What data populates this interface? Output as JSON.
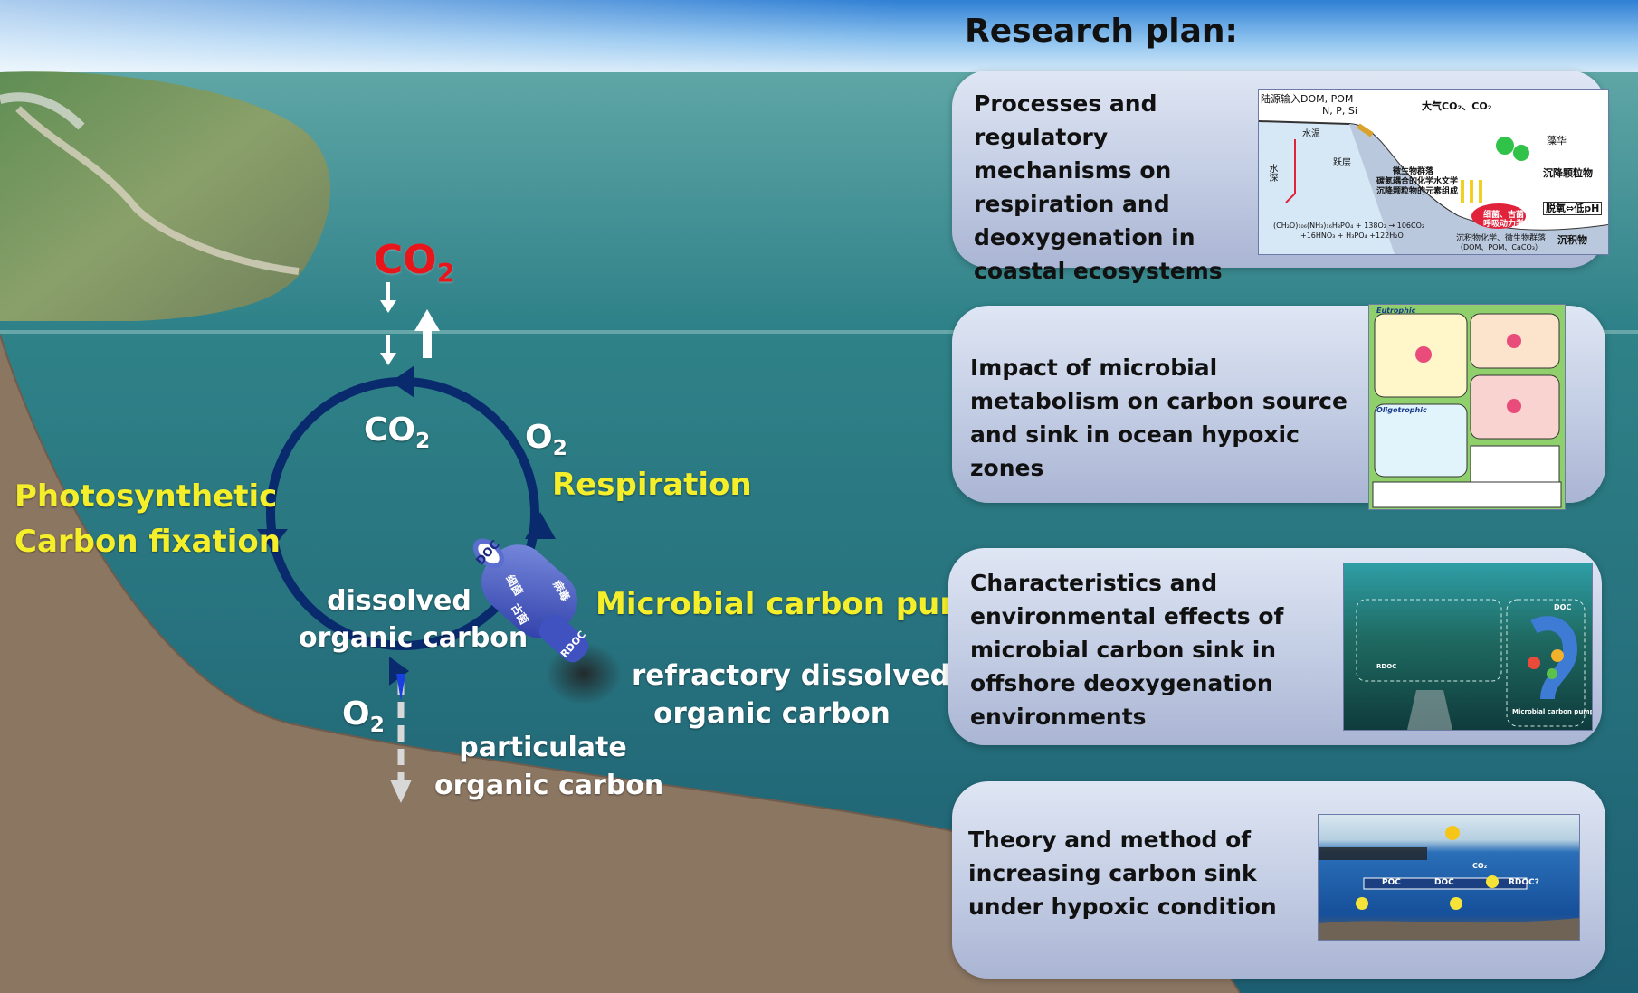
{
  "diagram": {
    "co2_atmosphere": {
      "base": "CO",
      "sub": "2"
    },
    "co2_cycle": {
      "base": "CO",
      "sub": "2"
    },
    "o2_cycle": {
      "base": "O",
      "sub": "2"
    },
    "o2_bottom": {
      "base": "O",
      "sub": "2"
    },
    "respiration": "Respiration",
    "photosynthesis_line1": "Photosynthetic",
    "photosynthesis_line2": "Carbon fixation",
    "doc_line1": "dissolved",
    "doc_line2": "organic carbon",
    "pump_label": "Microbial carbon pump",
    "rdoc_line1": "refractory dissolved",
    "rdoc_line2": "organic carbon",
    "poc_line1": "particulate",
    "poc_line2": "organic carbon",
    "pump_doc_tag": "DOC",
    "pump_rdoc_tag": "RDOC",
    "pump_glyphs": [
      "细菌",
      "古菌",
      "病毒"
    ]
  },
  "plan": {
    "title": "Research plan:",
    "items": [
      {
        "text": "Processes and regulatory mechanisms on respiration and deoxygenation in coastal ecosystems"
      },
      {
        "text": "Impact of microbial metabolism on carbon source and sink in ocean hypoxic zones"
      },
      {
        "text": "Characteristics and environmental effects of microbial carbon sink in offshore deoxygenation environments"
      },
      {
        "text": "Theory and method of increasing carbon sink under hypoxic condition"
      }
    ]
  },
  "thumb1": {
    "input": "陆源输入DOM, POM",
    "nutrients": "N, P, Si",
    "atm": "大气CO₂、CO₂",
    "water_temp": "水温",
    "depth": "水深",
    "thermocline": "跃层",
    "bloom": "藻华",
    "sinking": "沉降颗粒物",
    "community": "微生物群落",
    "community2": "碳氮耦合的化学水文学",
    "community3": "沉降颗粒物的元素组成",
    "doxy": "脱氧⇔低pH",
    "resp": "细菌、古菌",
    "resp2": "呼吸动力学",
    "equation1": "(CH₂O)₁₀₆(NH₃)₁₆H₃PO₄ + 138O₂ → 106CO₂",
    "equation2": "+16HNO₃ + H₃PO₄ +122H₂O",
    "sed1": "沉积物化学、微生物群落",
    "sed2": "（DOM、POM、CaCO₃）",
    "sediment": "沉积物"
  },
  "thumb2": {
    "eutrophic": "Eutrophic",
    "oligotrophic": "Oligotrophic"
  },
  "thumb3": {
    "doc": "DOC",
    "rdoc": "RDOC",
    "mcp": "Microbial carbon pump"
  },
  "thumb4": {
    "poc": "POC",
    "doc": "DOC",
    "rdoc": "RDOC?",
    "co2": "CO₂"
  },
  "colors": {
    "cycle": "#0a2a6e",
    "co2_red": "#e8151b",
    "yellow": "#f5ee2a",
    "sea": "#2e7f86",
    "sediment": "#8b7662"
  }
}
